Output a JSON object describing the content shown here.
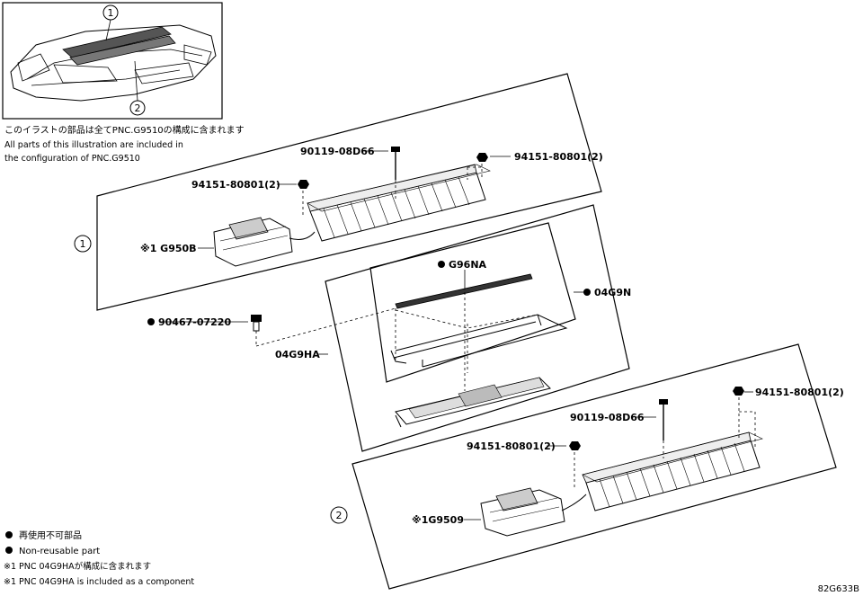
{
  "inset": {
    "callout_1": "1",
    "callout_2": "2",
    "note_ja": "このイラストの部品は全てPNC.G9510の構成に含まれます",
    "note_en_line1": "All parts of this illustration are included in",
    "note_en_line2": "the configuration of PNC.G9510"
  },
  "group_1": {
    "callout": "1",
    "part_bolt": "90119-08D66",
    "part_nut_right": "94151-80801(2)",
    "part_nut_left": "94151-80801(2)",
    "part_module": "※1 G950B"
  },
  "middle": {
    "part_clip": "90467-07220",
    "part_assembly": "04G9HA",
    "part_box": "04G9N",
    "part_seal": "G96NA"
  },
  "group_2": {
    "callout": "2",
    "part_nut_right": "94151-80801(2)",
    "part_bolt": "90119-08D66",
    "part_nut_left": "94151-80801(2)",
    "part_module": "※1G9509"
  },
  "legend": {
    "nonreusable_ja": "再使用不可部品",
    "nonreusable_en": "Non-reusable part",
    "note1_ja": "※1 PNC 04G9HAが構成に含まれます",
    "note1_en": "※1 PNC 04G9HA is included as a component"
  },
  "figure_id": "82G633B"
}
